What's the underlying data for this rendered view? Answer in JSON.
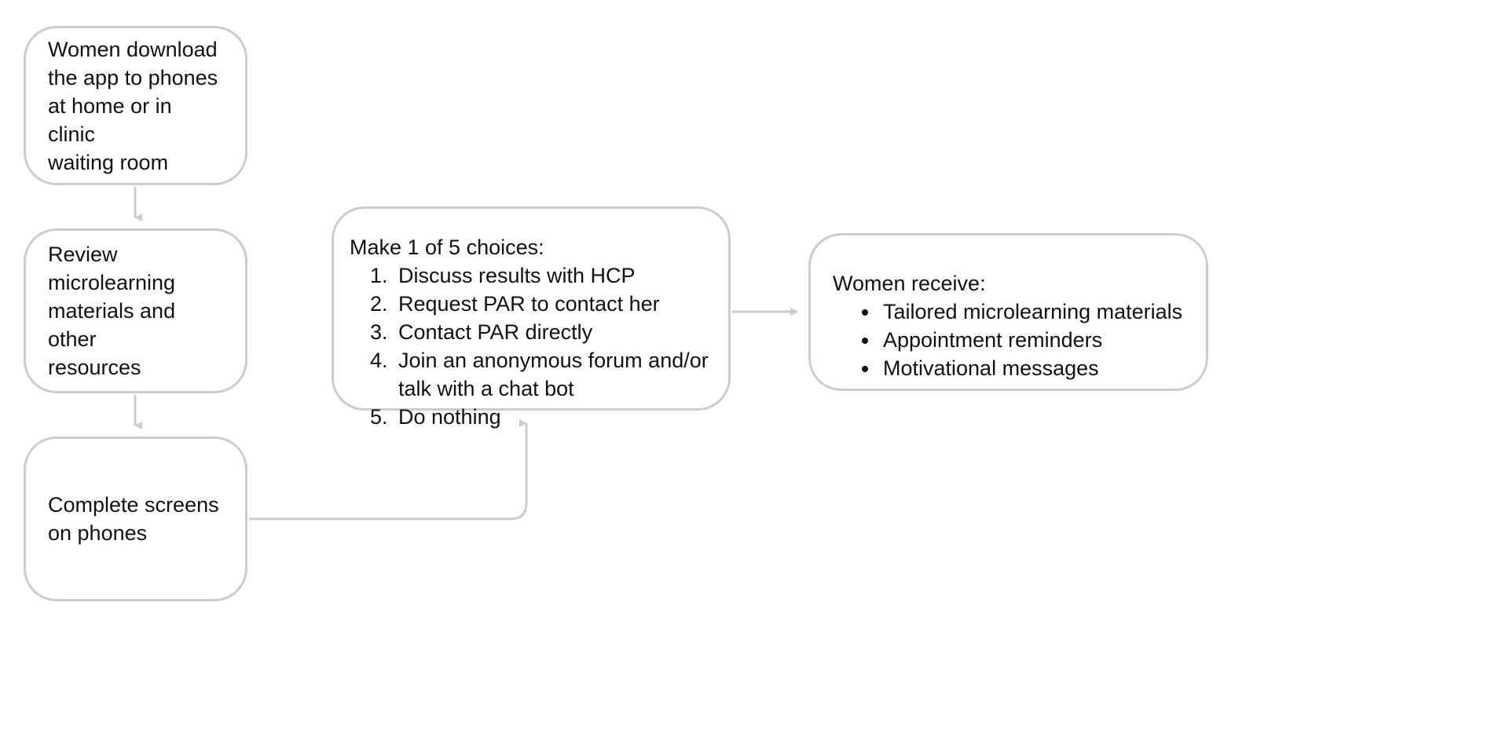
{
  "diagram": {
    "title": "Women's app engagement flow",
    "stroke_color": "#cccccc",
    "text_color": "#111111",
    "background": "#ffffff"
  },
  "nodes": {
    "download": {
      "text": "Women download\nthe app to phones\nat home or in clinic\nwaiting room"
    },
    "review": {
      "text": "Review\nmicrolearning\nmaterials and other\nresources"
    },
    "complete": {
      "text": "Complete screens\non phones"
    },
    "choices": {
      "lead": "Make 1 of 5 choices:",
      "items": [
        "Discuss results with HCP",
        "Request PAR to contact her",
        "Contact PAR directly",
        "Join an anonymous forum and/or talk with a chat bot",
        "Do nothing"
      ]
    },
    "receive": {
      "lead": "Women receive:",
      "items": [
        "Tailored microlearning materials",
        "Appointment reminders",
        "Motivational messages"
      ]
    }
  },
  "connectors": [
    {
      "name": "download-to-review",
      "from": "download",
      "to": "review",
      "style": "straight-down-arrow"
    },
    {
      "name": "review-to-complete",
      "from": "review",
      "to": "complete",
      "style": "straight-down-arrow"
    },
    {
      "name": "complete-to-choices",
      "from": "complete",
      "to": "choices",
      "style": "elbow-up-arrow"
    },
    {
      "name": "choices-to-receive",
      "from": "choices",
      "to": "receive",
      "style": "straight-right-arrow"
    }
  ]
}
